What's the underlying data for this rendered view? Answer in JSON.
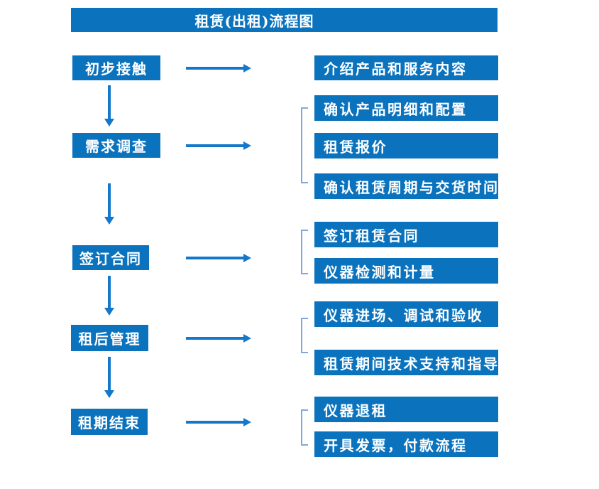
{
  "title": "租赁(出租)流程图",
  "colors": {
    "box_fill": "#0B73BD",
    "arrow": "#1377CB",
    "bracket": "#80A9DB",
    "text": "#FFFFFF",
    "background": "#FFFFFF"
  },
  "flow": [
    {
      "step": "初步接触",
      "details": [
        "介绍产品和服务内容"
      ]
    },
    {
      "step": "需求调查",
      "details": [
        "确认产品明细和配置",
        "租赁报价",
        "确认租赁周期与交货时间"
      ]
    },
    {
      "step": "签订合同",
      "details": [
        "签订租赁合同",
        "仪器检测和计量"
      ]
    },
    {
      "step": "租后管理",
      "details": [
        "仪器进场、调试和验收",
        "租赁期间技术支持和指导"
      ]
    },
    {
      "step": "租期结束",
      "details": [
        "仪器退租",
        "开具发票，付款流程"
      ]
    }
  ]
}
